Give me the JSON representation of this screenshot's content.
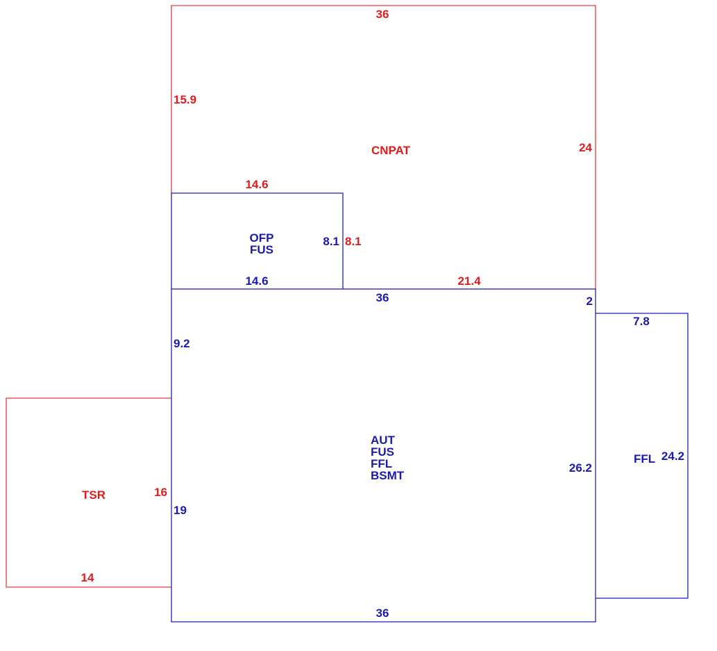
{
  "colors": {
    "red": "#dd1c1c",
    "blue": "#1a1ab0"
  },
  "areas": {
    "cnpat": {
      "code": "CNPAT",
      "dims": {
        "top": "36",
        "left": "15.9",
        "right": "24",
        "bottom": "21.4",
        "ofp_top": "14.6",
        "ofp_right": "8.1"
      }
    },
    "ofp": {
      "codes": [
        "OFP",
        "FUS"
      ],
      "dims": {
        "right": "8.1",
        "bottom": "14.6"
      }
    },
    "main": {
      "codes": [
        "AUT",
        "FUS",
        "FFL",
        "BSMT"
      ],
      "dims": {
        "top": "36",
        "bottom": "36",
        "left_upper": "9.2",
        "left_lower": "19",
        "right_notch": "2",
        "right": "26.2"
      }
    },
    "ffl": {
      "code": "FFL",
      "dims": {
        "top": "7.8",
        "right": "24.2"
      }
    },
    "tsr": {
      "code": "TSR",
      "dims": {
        "right": "16",
        "bottom": "14"
      }
    }
  }
}
